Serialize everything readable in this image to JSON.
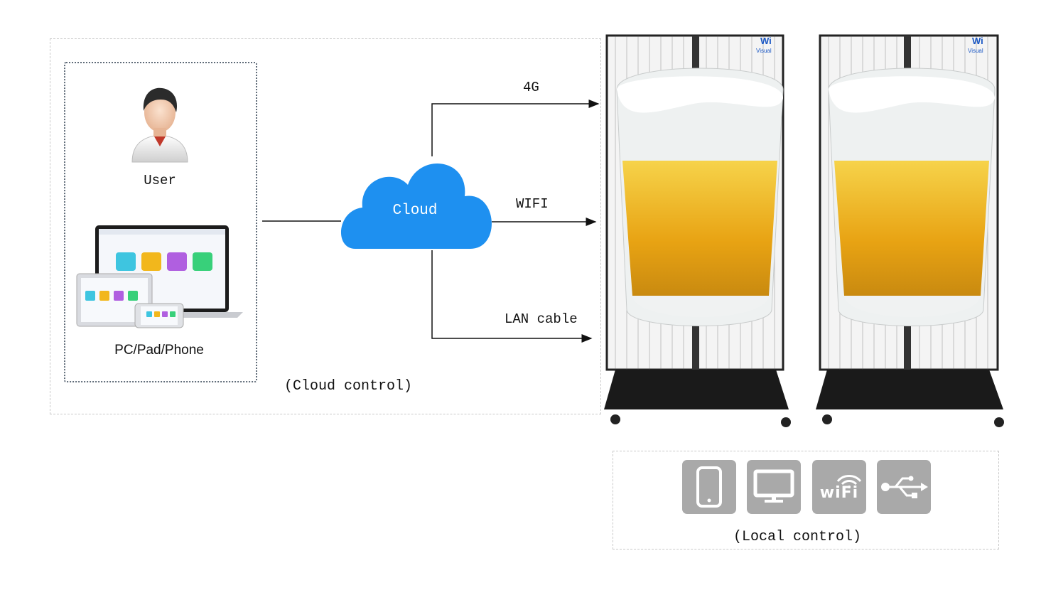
{
  "user": {
    "label": "User"
  },
  "devices": {
    "label": "PC/Pad/Phone"
  },
  "cloud": {
    "label": "Cloud"
  },
  "connections": [
    {
      "label": "4G"
    },
    {
      "label": "WIFI"
    },
    {
      "label": "LAN cable"
    }
  ],
  "cloud_control": {
    "label": "(Cloud control)"
  },
  "local_control": {
    "label": "(Local control)",
    "icons": [
      "phone-icon",
      "monitor-icon",
      "wifi-icon",
      "usb-icon"
    ],
    "wifi_text": "wiFi"
  },
  "displays": {
    "brand_text": "Wi",
    "brand_subtext": "Visual"
  },
  "colors": {
    "cloud": "#1e90f0",
    "tile": "#a9a9a9",
    "beer": "#e8a313"
  }
}
